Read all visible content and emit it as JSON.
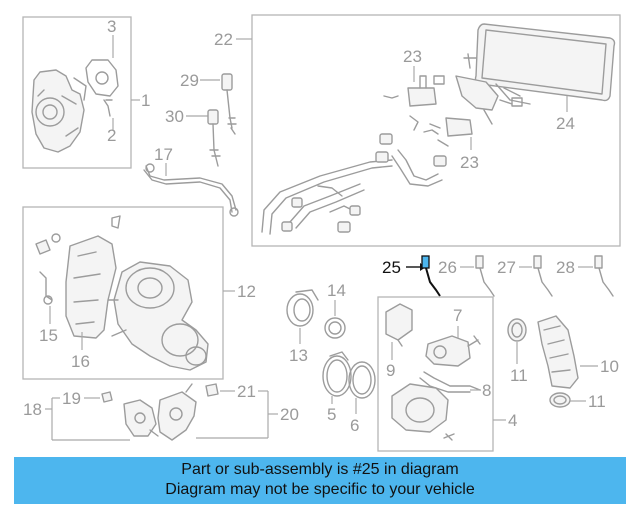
{
  "labels": {
    "n1": "1",
    "n2": "2",
    "n3": "3",
    "n4": "4",
    "n5": "5",
    "n6": "6",
    "n7": "7",
    "n8": "8",
    "n9": "9",
    "n10": "10",
    "n11": "11",
    "n11b": "11",
    "n12": "12",
    "n13": "13",
    "n14": "14",
    "n15": "15",
    "n16": "16",
    "n17": "17",
    "n18": "18",
    "n19": "19",
    "n20": "20",
    "n21": "21",
    "n22": "22",
    "n23": "23",
    "n23b": "23",
    "n24": "24",
    "n25": "25",
    "n26": "26",
    "n27": "27",
    "n28": "28",
    "n29": "29",
    "n30": "30"
  },
  "highlight_part": "25",
  "colors": {
    "banner": "#4db6ee",
    "part_line": "#9c9c9c",
    "label": "#9a9a9a",
    "highlight": "#111111"
  },
  "banner": {
    "line1": "Part or sub-assembly is #25 in diagram",
    "line2": "Diagram may not be specific to your vehicle"
  }
}
